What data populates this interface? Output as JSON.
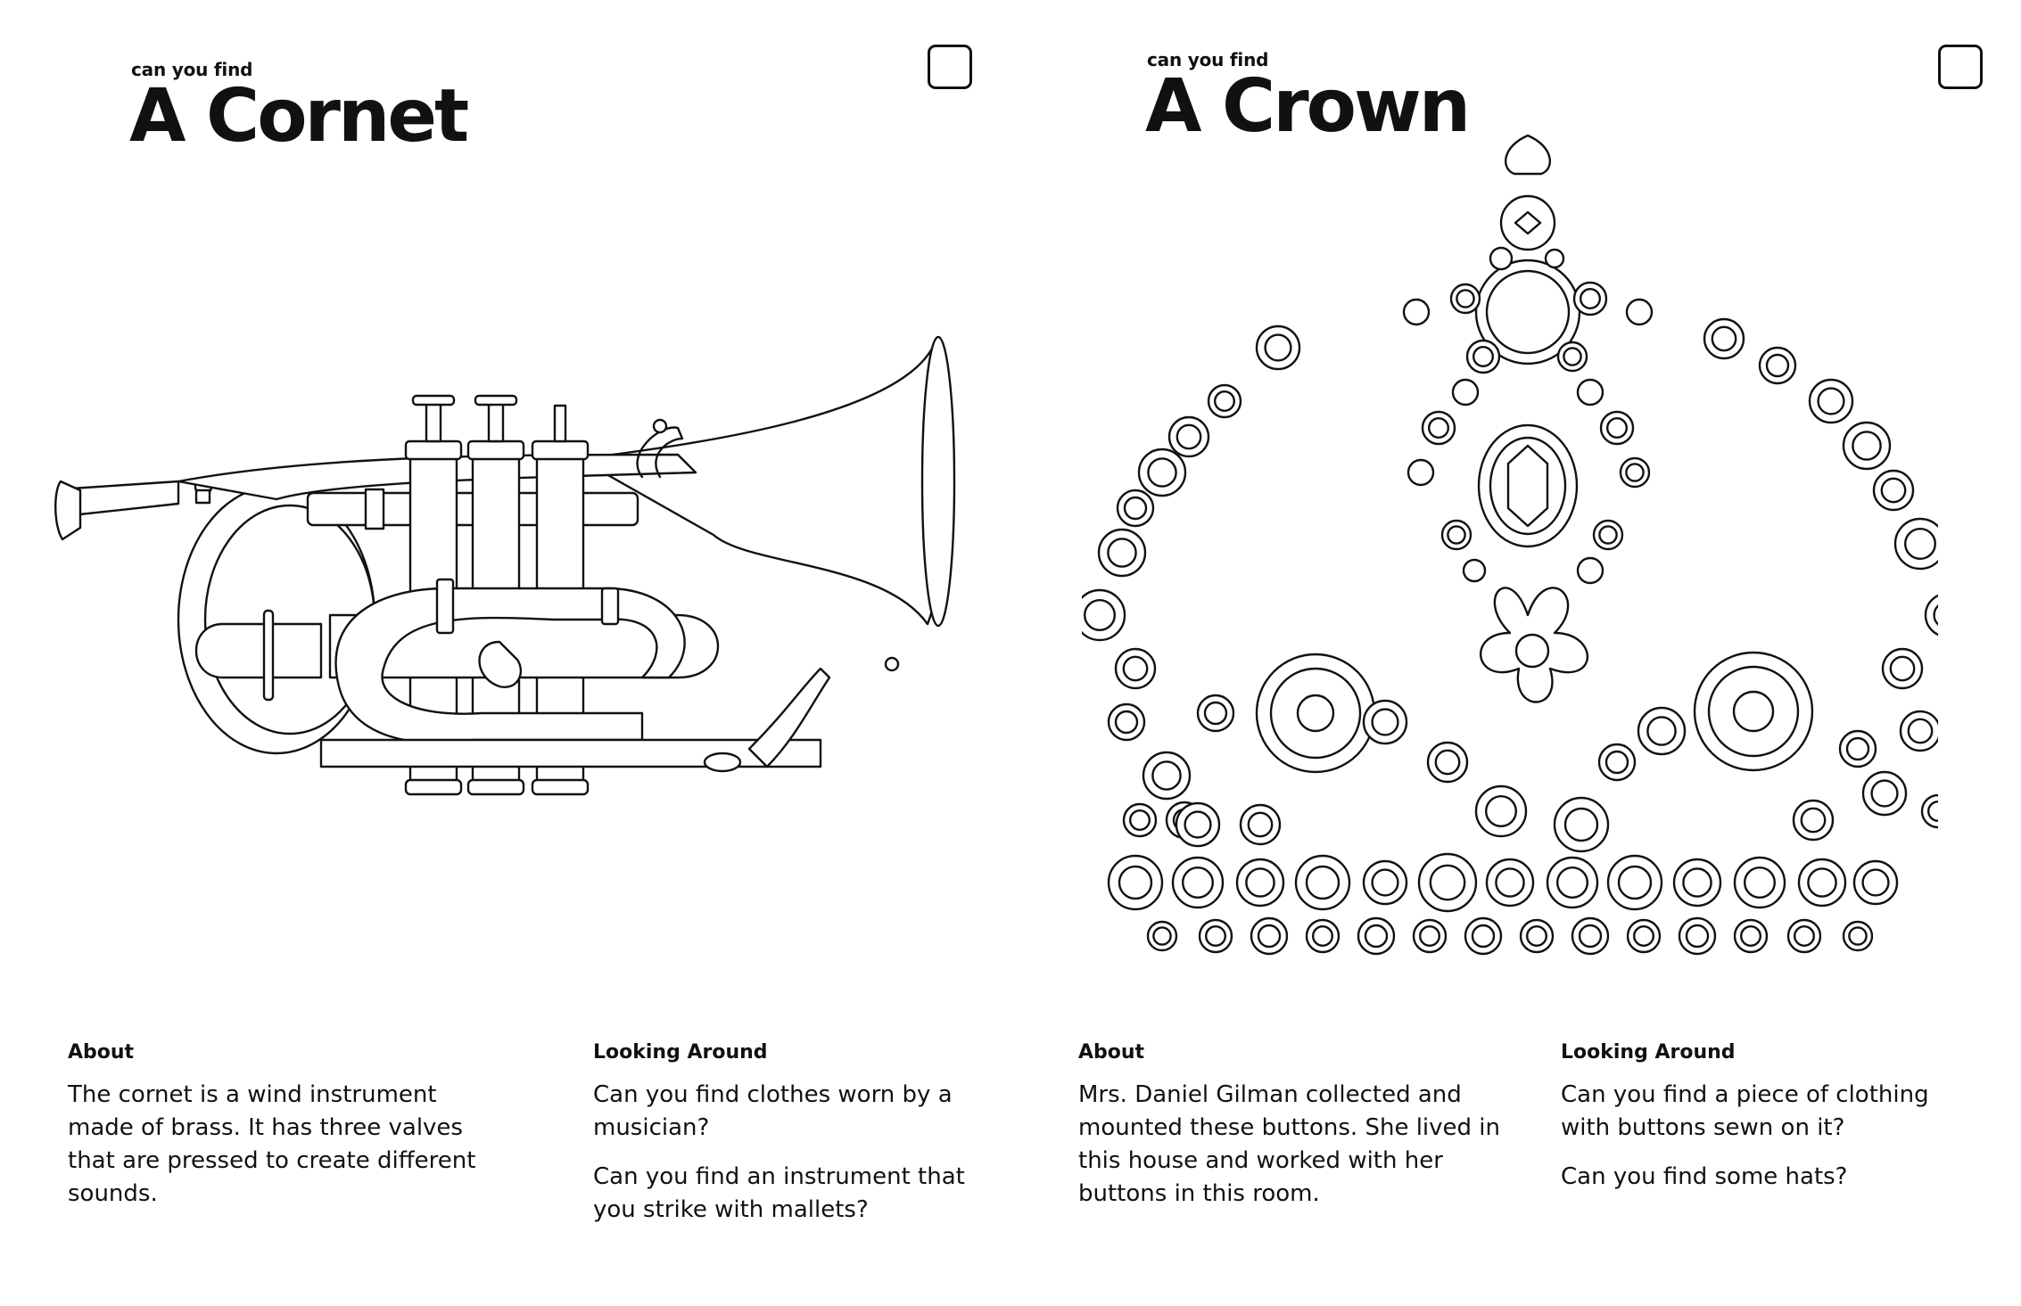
{
  "left_card": {
    "kicker": "can you find",
    "title": "A Cornet",
    "illustration_icon": "cornet-line-drawing",
    "about_heading": "About",
    "about_text": "The cornet is a wind instrument made of brass. It has three valves that are pressed to create different sounds.",
    "looking_heading": "Looking Around",
    "questions": [
      "Can you find clothes worn by a musician?",
      "Can you find an instrument that you strike with mallets?"
    ]
  },
  "right_card": {
    "kicker": "can you find",
    "title": "A Crown",
    "illustration_icon": "button-crown-line-drawing",
    "about_heading": "About",
    "about_text": "Mrs. Daniel Gilman collected and mounted these buttons. She lived in this house and worked with her buttons in this room.",
    "looking_heading": "Looking Around",
    "questions": [
      "Can you find a piece of clothing with buttons sewn on it?",
      "Can you find some hats?"
    ]
  },
  "colors": {
    "ink": "#111111",
    "paper": "#ffffff"
  }
}
